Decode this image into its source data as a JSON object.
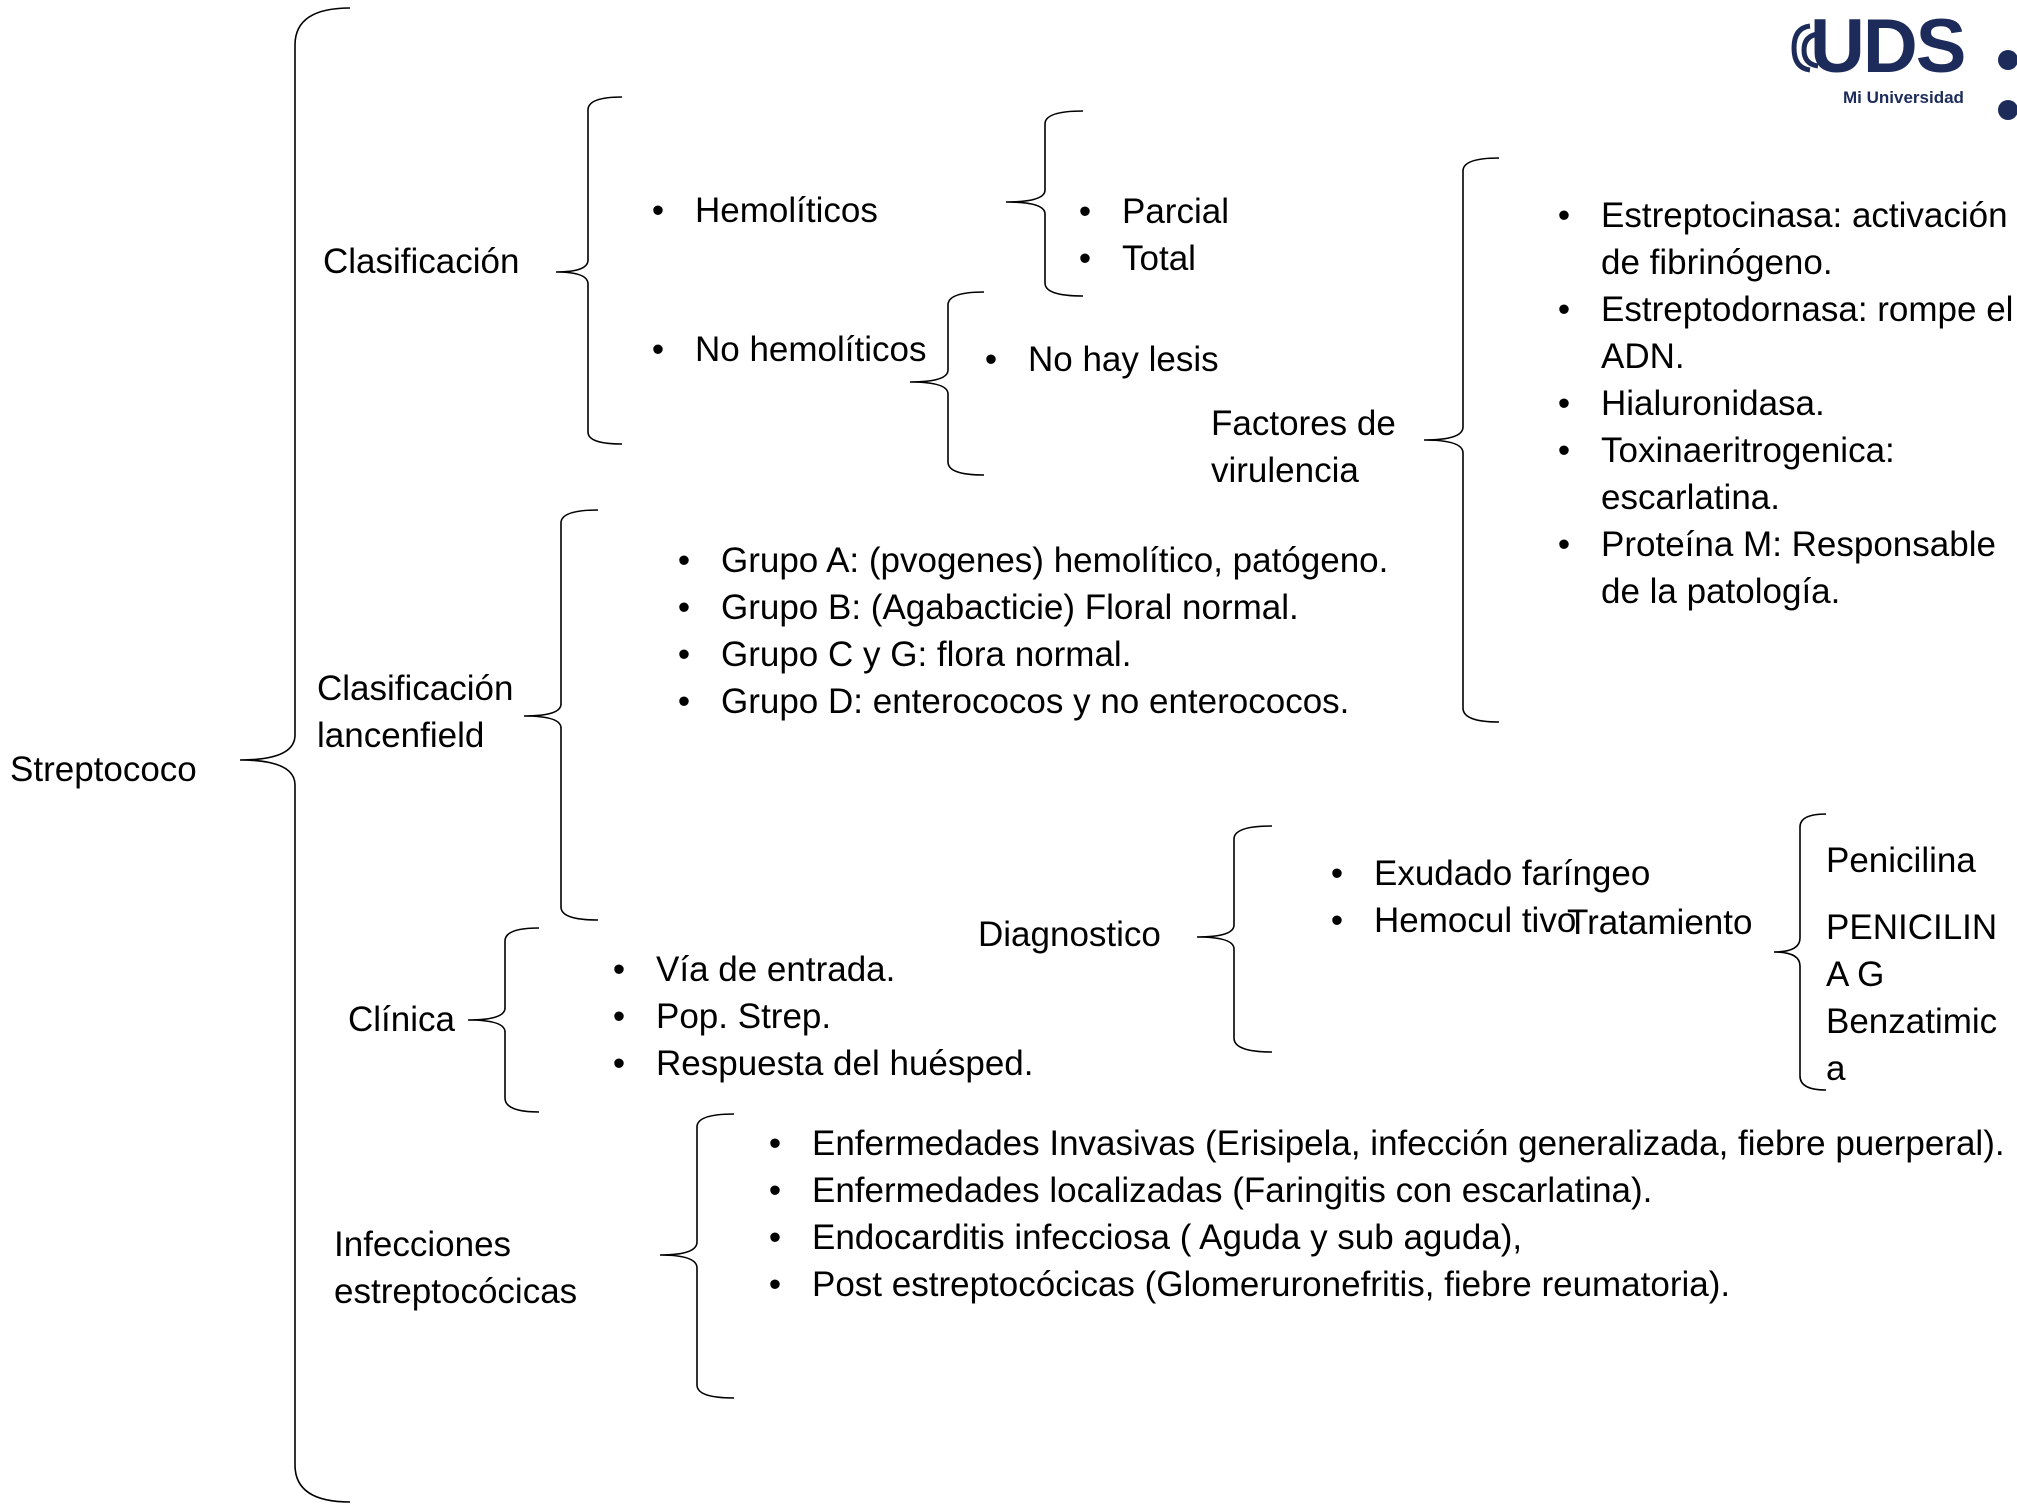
{
  "logo": {
    "word": "UDS",
    "tagline": "Mi Universidad",
    "color": "#1c2b5a"
  },
  "root": "Streptococo",
  "clasificacion": {
    "label": "Clasificación",
    "hemoliticos": "Hemolíticos",
    "hemoliticos_items": [
      "Parcial",
      "Total"
    ],
    "no_hemoliticos": "No\nhemolíticos",
    "no_hemoliticos_items": [
      "No hay\nlesis"
    ]
  },
  "lancefield": {
    "label": "Clasificación\nlancenfield",
    "items": [
      "Grupo A: (pvogenes)\nhemolítico, patógeno.",
      "Grupo B: (Agabacticie) Floral\nnormal.",
      "Grupo C y G: flora normal.",
      "Grupo D: enterococos y no\nenterococos."
    ]
  },
  "clinica": {
    "label": "Clínica",
    "items": [
      "Vía de entrada.",
      "Pop. Strep.",
      "Respuesta del huésped."
    ]
  },
  "infecciones": {
    "label": "Infecciones\nestreptocócicas",
    "items": [
      "Enfermedades Invasivas (Erisipela, infección generalizada, fiebre\npuerperal).",
      "Enfermedades localizadas (Faringitis con escarlatina).",
      "Endocarditis infecciosa ( Aguda y sub aguda),",
      "Post estreptocócicas (Glomeruronefritis, fiebre reumatoria)."
    ]
  },
  "virulencia": {
    "label": "Factores de\nvirulencia",
    "items": [
      "Estreptocinasa:\nactivación de\nfibrinógeno.",
      "Estreptodornasa: rompe\nel ADN.",
      "Hialuronidasa.",
      "Toxinaeritrogenica:\nescarlatina.",
      "Proteína M:\nResponsable de la\npatología."
    ]
  },
  "diagnostico": {
    "label": "Diagnostico",
    "items": [
      "Exudado\nfaríngeo",
      "Hemocul\ntivo"
    ]
  },
  "tratamiento": {
    "label": "Tratamiento",
    "items": [
      "Penicilina",
      "PENICILIN\nA G\nBenzatimic\na"
    ]
  }
}
